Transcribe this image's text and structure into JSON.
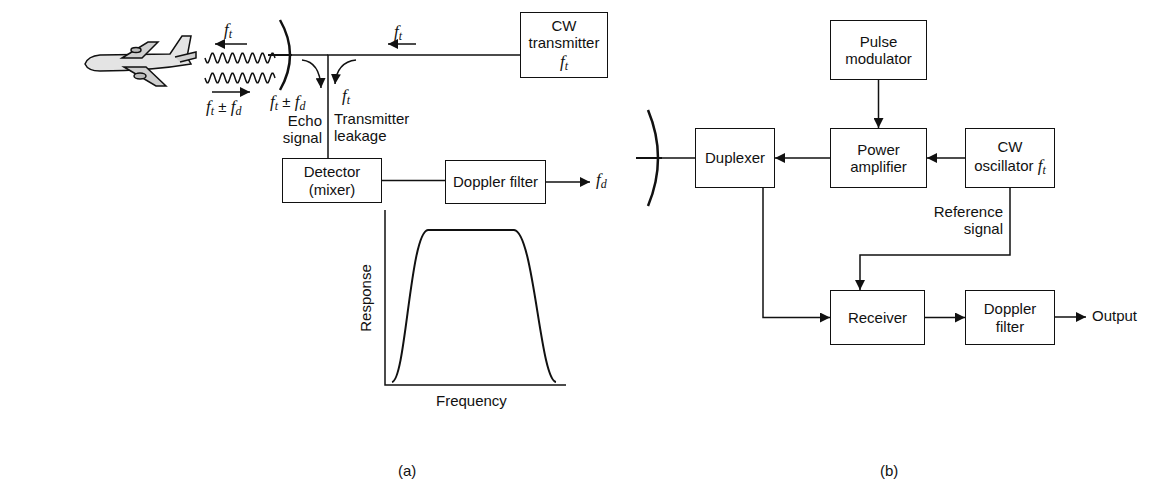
{
  "diagram": {
    "nodes": [
      {
        "text": [
          "CW transmitter ft"
        ]
      },
      {
        "text": [
          "Detector (mixer)"
        ]
      },
      {
        "text": [
          "Doppler filter"
        ]
      },
      {
        "text": [
          "Pulse modulator"
        ]
      },
      {
        "text": [
          "Duplexer"
        ]
      },
      {
        "text": [
          "Power amplifier"
        ]
      },
      {
        "text": [
          "CW oscillator ft"
        ]
      },
      {
        "text": [
          "Receiver"
        ]
      },
      {
        "text": [
          "Doppler filter"
        ]
      }
    ],
    "edges": [
      {
        "from": 0,
        "to": 1,
        "arrow": "none"
      },
      {
        "from": 1,
        "to": 2,
        "arrow": "none"
      },
      {
        "from": 3,
        "to": 5,
        "arrow": "to"
      },
      {
        "from": 5,
        "to": 4,
        "arrow": "to"
      },
      {
        "from": 6,
        "to": 5,
        "arrow": "to"
      },
      {
        "from": 6,
        "to": 7,
        "label": "Reference signal",
        "arrow": "to"
      },
      {
        "from": 4,
        "to": 7,
        "arrow": "to"
      },
      {
        "from": 7,
        "to": 8,
        "arrow": "to"
      }
    ],
    "labels": [
      "ft",
      "ft ± fd",
      "ft",
      "ft ± fd",
      "ft",
      "Echo signal",
      "Transmitter leakage",
      "fd",
      "Response",
      "Frequency",
      "(a)",
      "Output",
      "(b)"
    ]
  }
}
